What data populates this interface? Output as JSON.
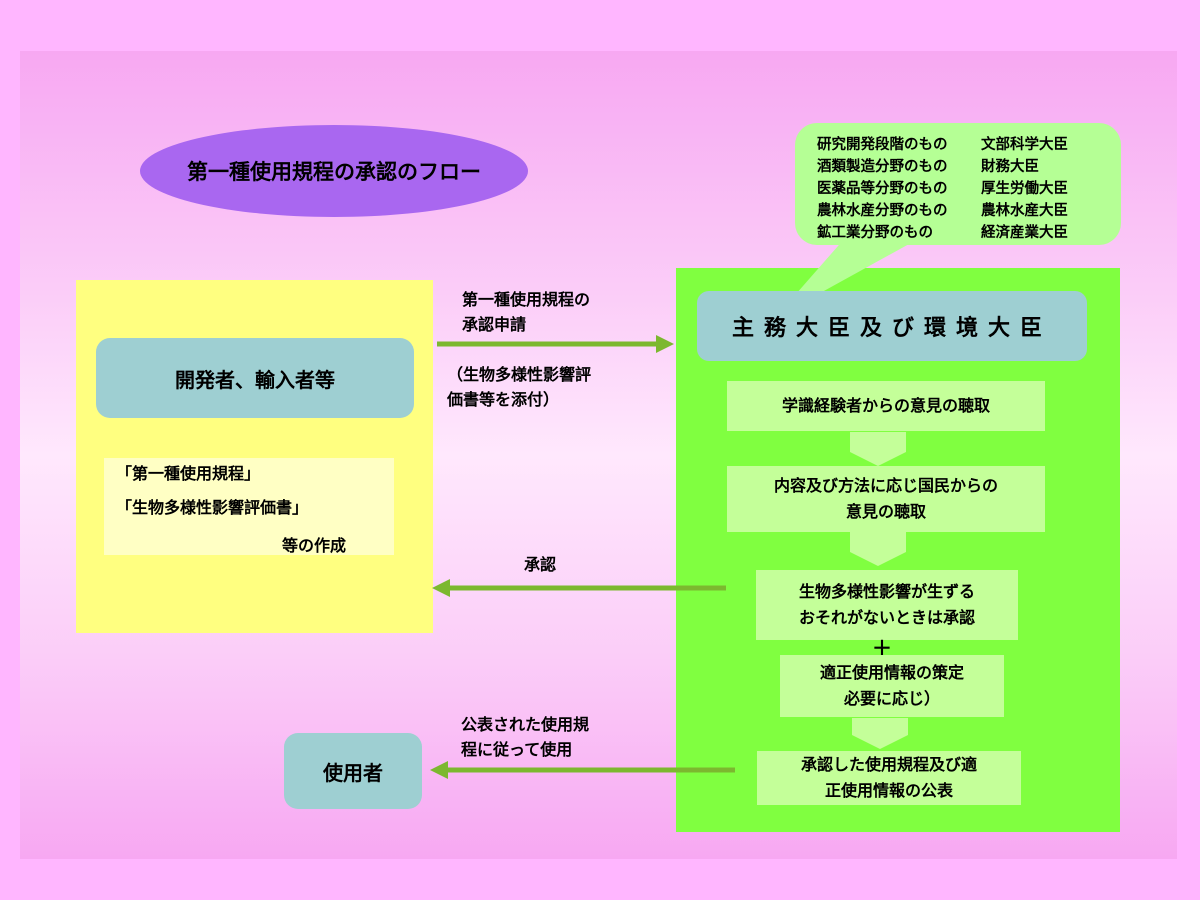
{
  "title": "第一種使用規程の承認のフロー",
  "developer_box": "開発者、輸入者等",
  "documents": {
    "line1": "「第一種使用規程」",
    "line2": "「生物多様性影響評価書」",
    "line3": "等の作成"
  },
  "application": {
    "line1": "第一種使用規程の",
    "line2": "承認申請",
    "line3": "（生物多様性影響評",
    "line4": "価書等を添付）"
  },
  "callout": {
    "rows": [
      {
        "domain": "研究開発段階のもの",
        "ministry": "文部科学大臣"
      },
      {
        "domain": "酒類製造分野のもの",
        "ministry": "財務大臣"
      },
      {
        "domain": "医薬品等分野のもの",
        "ministry": "厚生労働大臣"
      },
      {
        "domain": "農林水産分野のもの",
        "ministry": "農林水産大臣"
      },
      {
        "domain": "鉱工業分野のもの",
        "ministry": "経済産業大臣"
      }
    ]
  },
  "minister": "主務大臣及び環境大臣",
  "steps": {
    "step1": "学識経験者からの意見の聴取",
    "step2_line1": "内容及び方法に応じ国民からの",
    "step2_line2": "意見の聴取",
    "step3_line1": "生物多様性影響が生ずる",
    "step3_line2": "おそれがないときは承認",
    "plus": "＋",
    "step4_line1": "適正使用情報の策定",
    "step4_line2": "必要に応じ）",
    "step5_line1": "承認した使用規程及び適",
    "step5_line2": "正使用情報の公表"
  },
  "approval_label": "承認",
  "public_use": {
    "line1": "公表された使用規",
    "line2": "程に従って使用"
  },
  "user_box": "使用者",
  "colors": {
    "arrow": "#7cb82f",
    "title_ellipse": "#a967f0",
    "green_panel": "#80ff40",
    "yellow_box": "#ffff80",
    "teal_box": "#9ecfd2"
  }
}
